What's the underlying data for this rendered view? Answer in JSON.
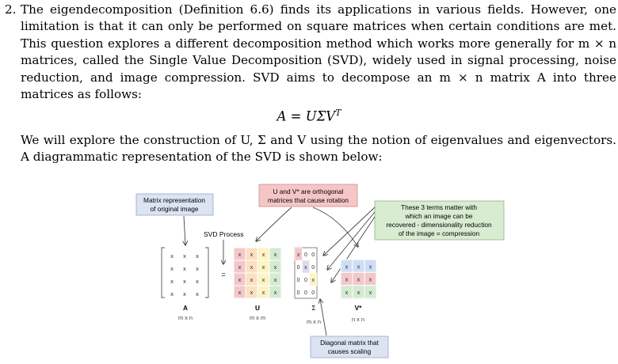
{
  "question": {
    "number": "2.",
    "lines": [
      "The eigendecomposition (Definition 6.6) finds its applications in various fields. However, one",
      "limitation is that it can only be performed on square matrices when certain conditions are met.",
      "This question explores a different decomposition method which works more generally for m × n",
      "matrices, called the Single Value Decomposition (SVD), widely used in signal processing, noise",
      "reduction, and image compression. SVD aims to decompose an m × n matrix A into three",
      "matrices as follows:"
    ],
    "equation": "A = UΣV",
    "equation_sup": "T",
    "lines2": [
      "We will explore the construction of U, Σ and V using the notion of eigenvalues and eigenvectors.",
      "A diagrammatic representation of the SVD is shown below:"
    ]
  },
  "diagram": {
    "callout_matrix_rep": [
      "Matrix representation",
      "of original image"
    ],
    "callout_orthogonal": [
      "U and V* are orthogonal",
      "matrices that cause rotation"
    ],
    "callout_three_terms": [
      "These 3 terms matter with",
      "which an image can be",
      "recovered - dimensionality reduction",
      "of the image = compression"
    ],
    "callout_diagonal": [
      "Diagonal matrix that",
      "causes scaling"
    ],
    "svd_process": "SVD Process",
    "equals": "=",
    "cell_x": "x",
    "cell_zero": "0",
    "labels": {
      "A": "A",
      "U": "U",
      "Sigma": "Σ",
      "V": "V*"
    },
    "dims": {
      "A": "m x n",
      "U": "m x m",
      "Sigma": "m x n",
      "V": "n x n"
    },
    "colors": {
      "callout_blue": "#dce3f3",
      "callout_red": "#f6c6c6",
      "callout_green": "#d8ecd2",
      "row_red": "#f4c7cb",
      "row_orange": "#fbe1c2",
      "row_yellow": "#fdf3c4",
      "row_green": "#d3ebd0",
      "row_blue": "#d0def4",
      "row_purple": "#e2d9ef"
    }
  }
}
